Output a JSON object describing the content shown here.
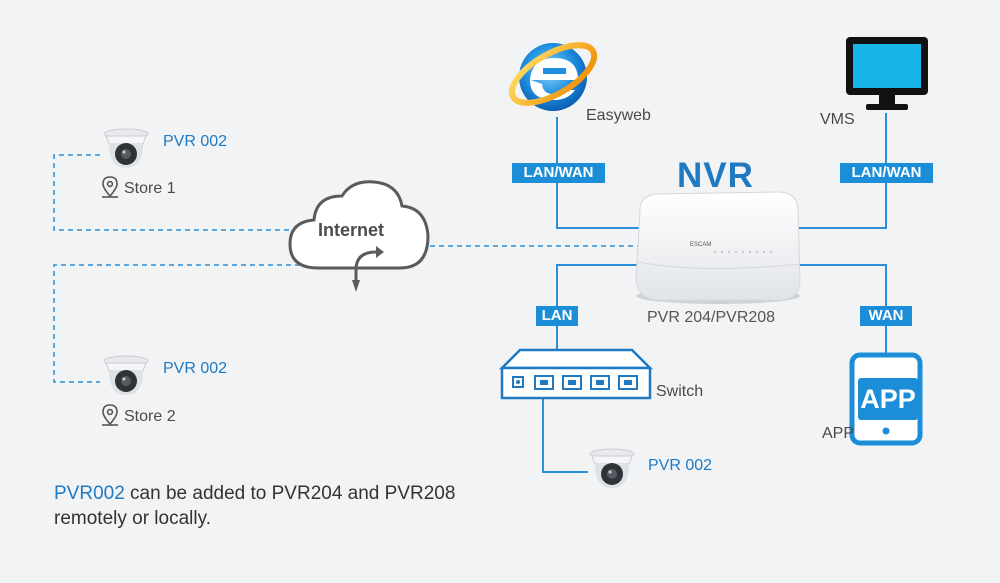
{
  "diagram": {
    "nvr_title": "NVR",
    "nvr_model": "PVR 204/PVR208",
    "nvr_brand": "ESCAM",
    "internet_label": "Internet",
    "easyweb_label": "Easyweb",
    "vms_label": "VMS",
    "switch_label": "Switch",
    "app_label": "APP",
    "app_screen_text": "APP",
    "tags": {
      "lan_wan_left": "LAN/WAN",
      "lan_wan_right": "LAN/WAN",
      "lan": "LAN",
      "wan": "WAN"
    },
    "cameras": [
      {
        "model": "PVR 002",
        "location": "Store 1"
      },
      {
        "model": "PVR 002",
        "location": "Store 2"
      },
      {
        "model": "PVR 002"
      }
    ],
    "note": {
      "highlight": "PVR002",
      "line1_rest": " can be added  to PVR204 and PVR208",
      "line2": "remotely or locally."
    }
  },
  "colors": {
    "accent_blue": "#1c8ed8",
    "title_blue": "#1f7ac2",
    "line_blue": "#2a8fd6",
    "background": "#f2f3f5"
  }
}
